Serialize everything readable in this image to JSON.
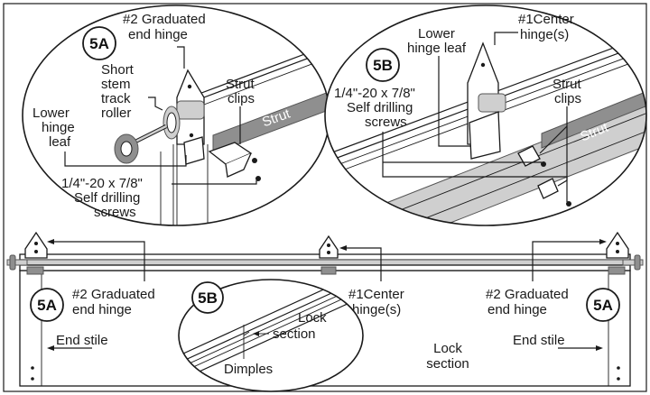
{
  "labels": {
    "badge_5a": "5A",
    "badge_5b": "5B",
    "graduated_hinge_l1": "#2 Graduated",
    "graduated_hinge_l2": "end hinge",
    "center_hinge_l1": "#1Center",
    "center_hinge_l2": "hinge(s)",
    "lower_hinge_leaf_l1": "Lower",
    "lower_hinge_leaf_l2": "hinge",
    "lower_hinge_leaf_l3": "leaf",
    "lower_hinge_leaf_5b_l1": "Lower",
    "lower_hinge_leaf_5b_l2": "hinge leaf",
    "roller_l1": "Short",
    "roller_l2": "stem",
    "roller_l3": "track",
    "roller_l4": "roller",
    "strut_clips_l1": "Strut",
    "strut_clips_l2": "clips",
    "strut": "Strut",
    "screws_l1": "1/4\"-20 x 7/8\"",
    "screws_l2": "Self drilling",
    "screws_l3": "screws",
    "end_stile": "End stile",
    "lock_section_l1": "Lock",
    "lock_section_l2": "section",
    "dimples": "Dimples"
  },
  "colors": {
    "line": "#1a1a1a",
    "strut_fill": "#8f8f8f",
    "light_fill": "#cfcfcf",
    "badge_fill": "#ffffff"
  }
}
